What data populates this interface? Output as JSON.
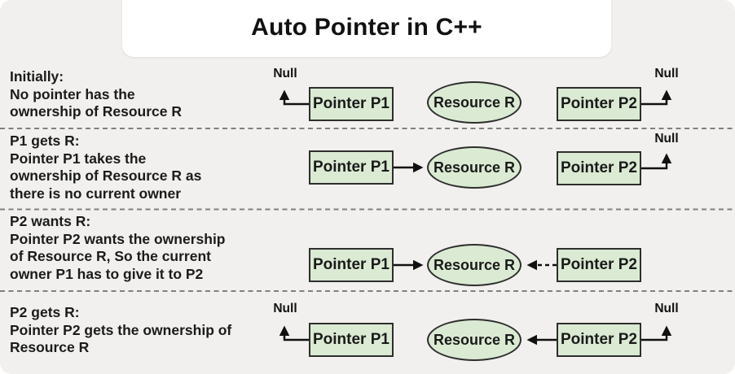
{
  "title": "Auto Pointer in C++",
  "labels": {
    "pointer_p1": "Pointer P1",
    "pointer_p2": "Pointer P2",
    "resource": "Resource R",
    "null_label": "Null"
  },
  "colors": {
    "canvas_background": "#f1f0ee",
    "node_fill": "#dbead3",
    "node_border": "#2e2e2e",
    "connector": "#111111",
    "separator": "#808080",
    "title_card": "#ffffff"
  },
  "rows": [
    {
      "id": "initially",
      "caption": "Initially:\nNo pointer has the\nownership of Resource R",
      "p1_points_to": "Null",
      "p2_points_to": "Null"
    },
    {
      "id": "p1-gets-r",
      "caption": "P1 gets R:\nPointer P1 takes the\nownership of Resource R as\nthere is no current owner",
      "p1_points_to": "Resource R",
      "p2_points_to": "Null"
    },
    {
      "id": "p2-wants-r",
      "caption": "P2 wants R:\nPointer P2 wants the ownership\nof Resource R, So the current\nowner P1 has to give it to P2",
      "p1_points_to": "Resource R",
      "p2_points_to": "Resource R (requested, dashed)"
    },
    {
      "id": "p2-gets-r",
      "caption": "P2 gets R:\nPointer P2 gets the ownership of\nResource R",
      "p1_points_to": "Null",
      "p2_points_to": "Resource R"
    }
  ]
}
